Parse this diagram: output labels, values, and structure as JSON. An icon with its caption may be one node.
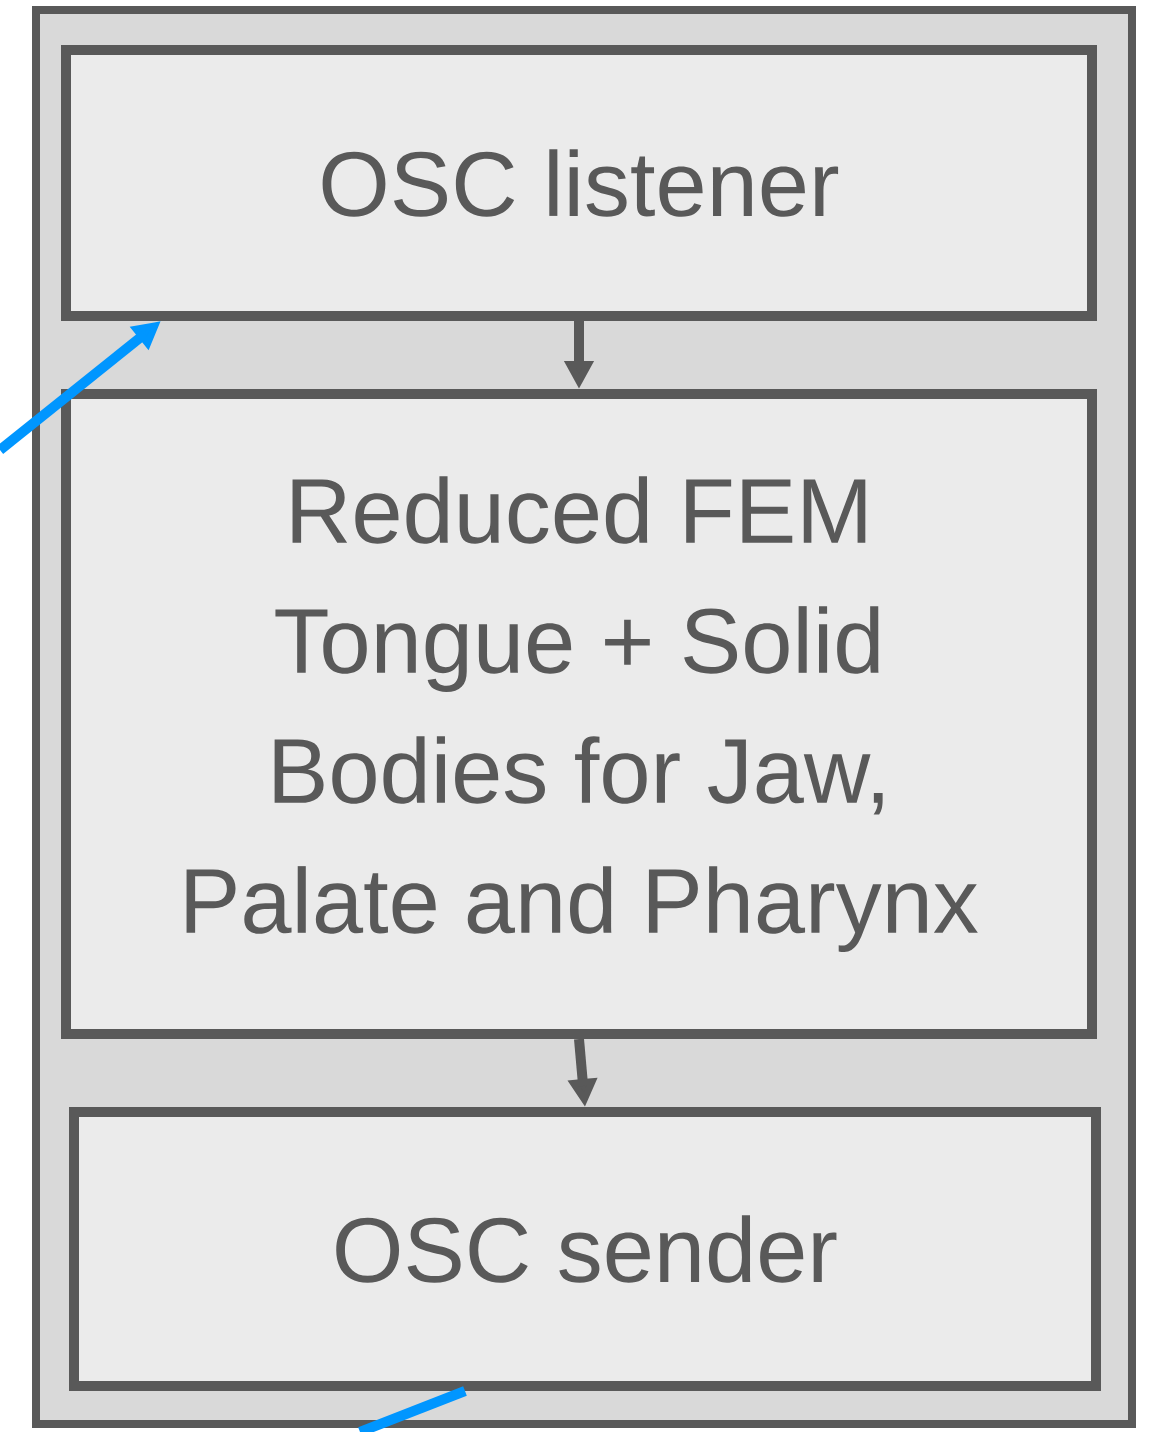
{
  "diagram": {
    "nodes": [
      {
        "text": [],
        "shape": "box"
      },
      {
        "text": [
          "OSC listener"
        ],
        "in": 0
      },
      {
        "text": [
          "Reduced FEM Tongue + Solid Bodies for Jaw, Palate and Pharynx"
        ],
        "in": 0
      },
      {
        "text": [
          "OSC sender"
        ],
        "in": 0
      }
    ],
    "edges": [
      {
        "from": null,
        "to": 1,
        "arrow": "to",
        "color": "#0096ff"
      },
      {
        "from": 1,
        "to": 2,
        "arrow": "to",
        "color": "#595959"
      },
      {
        "from": 2,
        "to": 3,
        "arrow": "to",
        "color": "#595959"
      },
      {
        "from": 3,
        "to": null,
        "arrow": "none",
        "color": "#0096ff"
      }
    ]
  }
}
